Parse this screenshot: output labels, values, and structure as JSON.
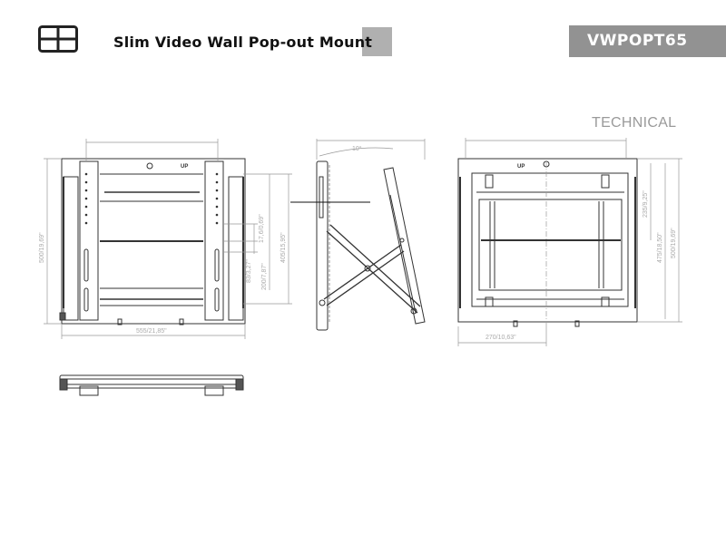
{
  "header": {
    "logo_icon": "video-wall-grid-icon",
    "title": "Slim Video Wall Pop-out Mount",
    "model": "VWPOPT65",
    "accent_color": "#929292"
  },
  "section_label": "TECHNICAL",
  "drawings": {
    "front": {
      "width_label": "555/21,85\"",
      "height_label": "500/19,69\"",
      "dim_405": "405/15,95\"",
      "dim_200": "200/7,87\"",
      "dim_83": "83/3,27\"",
      "dim_17": "17,6/0,69\"",
      "up_label": "UP"
    },
    "side": {
      "angle_label": "10°"
    },
    "back": {
      "dim_235": "235/9,25\"",
      "dim_475": "475/18,50\"",
      "dim_500": "500/19,69\"",
      "dim_270": "270/10,63\"",
      "up_label": "UP"
    }
  }
}
